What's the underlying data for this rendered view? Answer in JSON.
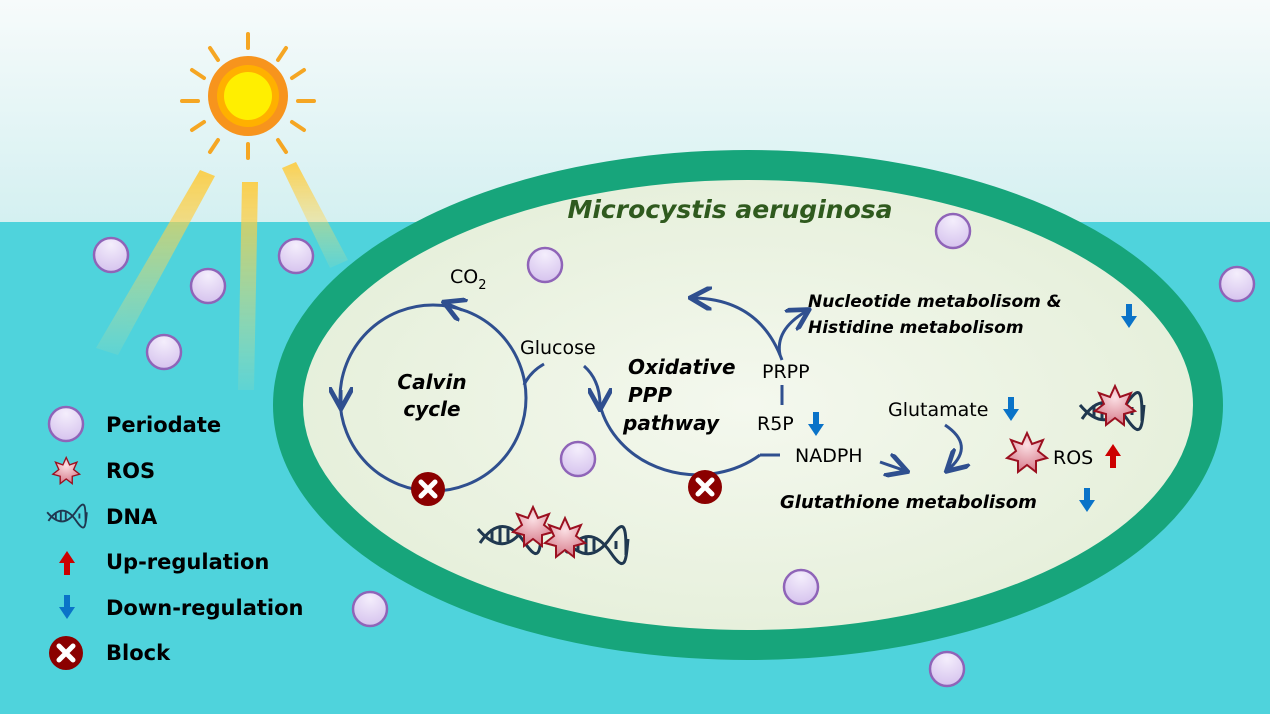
{
  "title": "Microcystis aeruginosa",
  "labels": {
    "co2": "CO",
    "co2_sub": "2",
    "glucose": "Glucose",
    "calvin_1": "Calvin",
    "calvin_2": "cycle",
    "ppp_1": "Oxidative",
    "ppp_2": "PPP",
    "ppp_3": "pathway",
    "prpp": "PRPP",
    "r5p": "R5P",
    "nadph": "NADPH",
    "nucleotide_1": "Nucleotide metabolisom &",
    "nucleotide_2": "Histidine metabolisom",
    "glutamate": "Glutamate",
    "ros": "ROS",
    "glutathione": "Glutathione metabolisom"
  },
  "legend": [
    {
      "icon": "periodate-icon",
      "label": "Periodate"
    },
    {
      "icon": "ros-icon",
      "label": "ROS"
    },
    {
      "icon": "dna-icon",
      "label": "DNA"
    },
    {
      "icon": "up-arrow-icon",
      "label": "Up-regulation"
    },
    {
      "icon": "down-arrow-icon",
      "label": "Down-regulation"
    },
    {
      "icon": "block-icon",
      "label": "Block"
    }
  ],
  "colors": {
    "water": "#4fd3dc",
    "cell_wall": "#17a57b",
    "cell_interior": "#eef4e4",
    "title": "#2f5a1e",
    "pathway": "#2f4f8f",
    "down": "#0a73c8",
    "up": "#cc0000",
    "block": "#8b0000"
  }
}
